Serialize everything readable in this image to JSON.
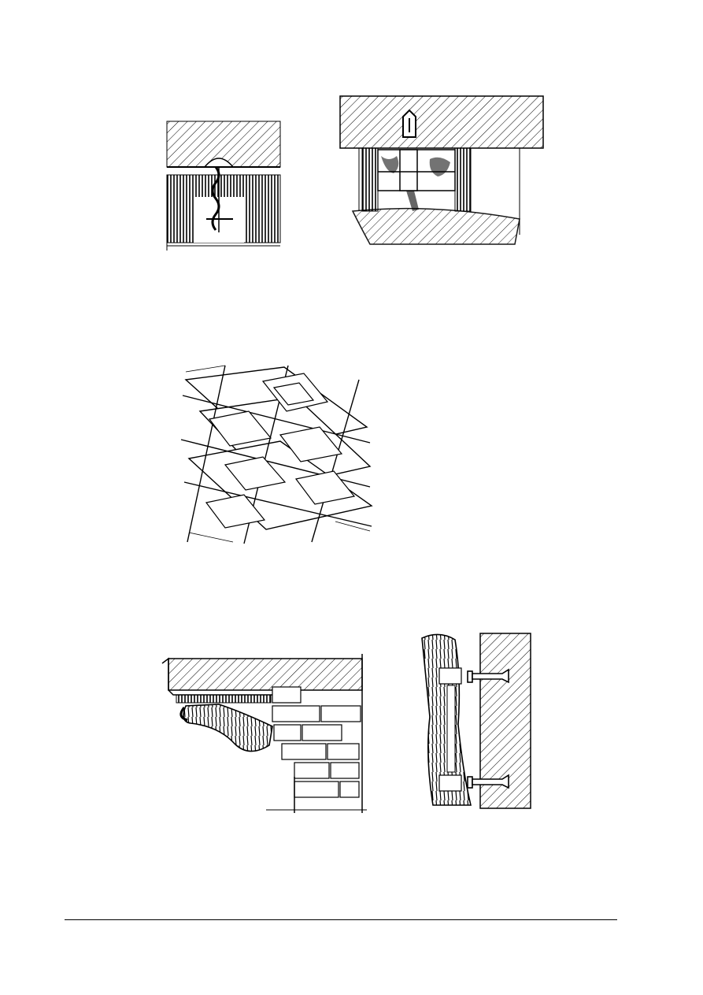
{
  "page": {
    "figures": [
      {
        "name": "ceiling-rose-fixing-section",
        "icon": "ceiling-rose-section-drawing"
      },
      {
        "name": "ceiling-joist-bracing-section",
        "icon": "joist-bracing-section-drawing"
      },
      {
        "name": "coffered-ceiling-perspective",
        "icon": "coffered-ceiling-drawing"
      },
      {
        "name": "cornice-bracket-section",
        "icon": "cornice-bracket-drawing"
      },
      {
        "name": "wall-panel-fixing-section",
        "icon": "wall-plug-fixing-drawing"
      }
    ],
    "footer": {
      "rule": "footer-divider-line"
    },
    "colors": {
      "ink": "#000000",
      "paper": "#ffffff"
    }
  }
}
